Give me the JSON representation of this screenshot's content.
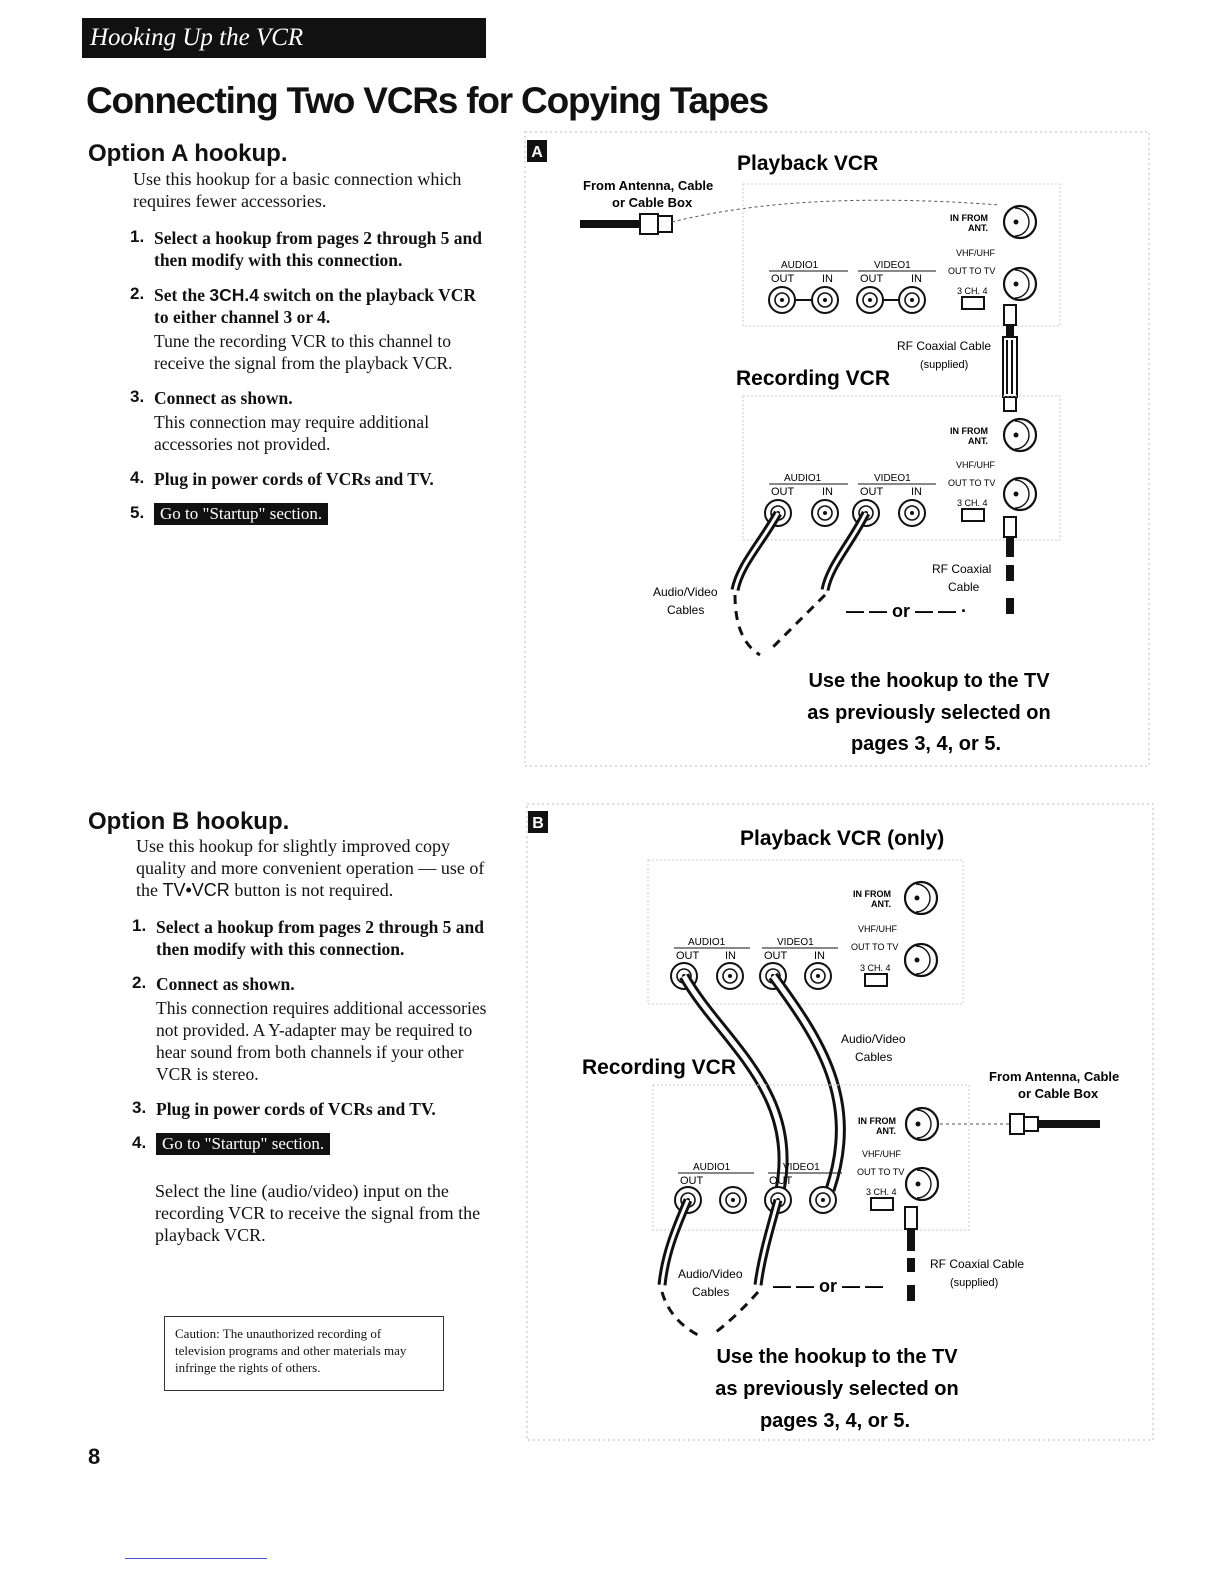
{
  "header": {
    "section": "Hooking Up the VCR"
  },
  "title": "Connecting Two VCRs for Copying Tapes",
  "option_a": {
    "heading": "Option A hookup.",
    "intro": "Use this hookup for a basic connection which requires fewer accessories.",
    "steps": [
      {
        "num": "1.",
        "title": "Select a hookup from pages 2 through 5 and then modify with this connection."
      },
      {
        "num": "2.",
        "title_pre": "Set the ",
        "title_key": "3CH.4",
        "title_post": " switch on the playback VCR to either channel 3 or 4.",
        "body": "Tune the recording VCR to this channel to receive the signal from the playback VCR."
      },
      {
        "num": "3.",
        "title": "Connect as shown.",
        "body": "This connection may require additional accessories not provided."
      },
      {
        "num": "4.",
        "title": "Plug in power cords of VCRs and TV."
      },
      {
        "num": "5.",
        "button": "Go to \"Startup\" section."
      }
    ]
  },
  "option_b": {
    "heading": "Option B hookup.",
    "intro_pre": "Use this hookup for slightly improved copy quality and more convenient operation — use of the ",
    "intro_key": "TV•VCR",
    "intro_post": " button is not required.",
    "steps": [
      {
        "num": "1.",
        "title": "Select a hookup from pages 2 through 5 and then modify with this connection."
      },
      {
        "num": "2.",
        "title": "Connect as shown.",
        "body": "This connection requires additional accessories not provided. A Y-adapter may be required to hear sound from both channels if your other VCR is stereo."
      },
      {
        "num": "3.",
        "title": "Plug in power cords of VCRs and TV."
      },
      {
        "num": "4.",
        "button": "Go to \"Startup\" section."
      }
    ],
    "note": "Select the line (audio/video) input on the recording VCR to receive the signal from the playback VCR."
  },
  "caution": "Caution: The unauthorized recording of television programs and other materials may infringe the rights of others.",
  "page_number": "8",
  "diagram_a": {
    "badge": "A",
    "playback_label": "Playback VCR",
    "recording_label": "Recording VCR",
    "from_antenna_1": "From Antenna, Cable",
    "from_antenna_2": "or Cable Box",
    "in_from_1": "IN FROM",
    "in_from_2": "ANT.",
    "vhf_uhf": "VHF/UHF",
    "out_to_tv": "OUT TO TV",
    "ch_switch": "3 CH. 4",
    "audio": "AUDIO1",
    "video": "VIDEO1",
    "out": "OUT",
    "in": "IN",
    "rf_cable": "RF Coaxial Cable",
    "supplied": "(supplied)",
    "rf_coaxial": "RF Coaxial",
    "cable": "Cable",
    "av_cables_1": "Audio/Video",
    "av_cables_2": "Cables",
    "or": "— — or — — ·",
    "tv_note_1": "Use the hookup to the TV",
    "tv_note_2": "as previously selected on",
    "tv_note_3": "pages 3, 4, or 5."
  },
  "diagram_b": {
    "badge": "B",
    "playback_label": "Playback VCR (only)",
    "recording_label": "Recording VCR",
    "from_antenna_1": "From Antenna, Cable",
    "from_antenna_2": "or Cable Box",
    "in_from_1": "IN FROM",
    "in_from_2": "ANT.",
    "vhf_uhf": "VHF/UHF",
    "out_to_tv": "OUT TO TV",
    "ch_switch": "3 CH. 4",
    "audio": "AUDIO1",
    "video": "VIDEO1",
    "out": "OUT",
    "in": "IN",
    "av_cables_1": "Audio/Video",
    "av_cables_2": "Cables",
    "rf_cable": "RF Coaxial Cable",
    "supplied": "(supplied)",
    "or": "— — or — —",
    "tv_note_1": "Use the hookup to the TV",
    "tv_note_2": "as previously selected on",
    "tv_note_3": "pages 3, 4, or 5."
  }
}
